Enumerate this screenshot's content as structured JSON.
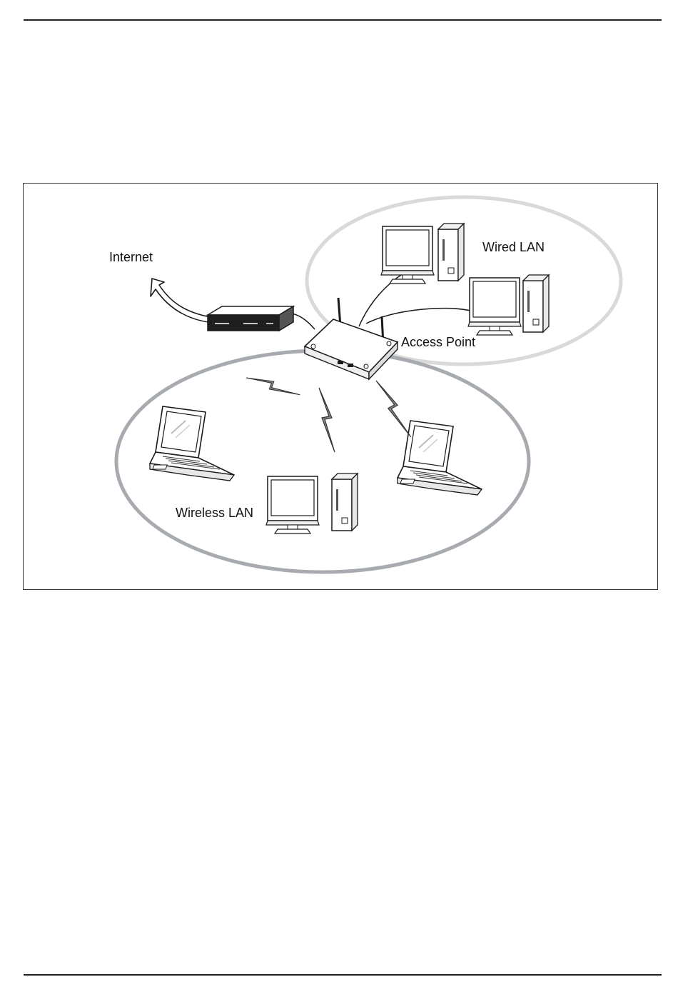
{
  "diagram": {
    "labels": {
      "internet": "Internet",
      "wired_lan": "Wired LAN",
      "access_point": "Access Point",
      "wireless_lan": "Wireless LAN"
    },
    "colors": {
      "wired_ellipse": "#d9d9d9",
      "wireless_ellipse": "#a7aaae",
      "device_fill": "#ffffff",
      "line": "#1a1a1a",
      "lightning": "#8a8a8a"
    },
    "icons": [
      "modem-icon",
      "access-point-icon",
      "desktop-computer-icon",
      "laptop-icon",
      "lightning-bolt-icon",
      "arrow-icon"
    ]
  }
}
